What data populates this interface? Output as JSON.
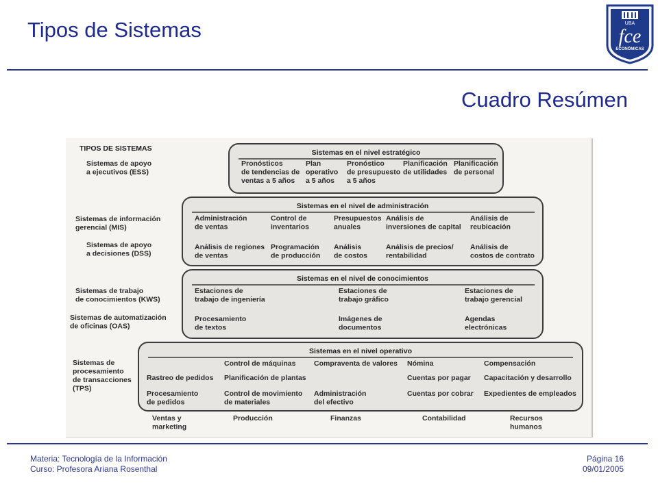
{
  "header": {
    "title": "Tipos de Sistemas",
    "subtitle": "Cuadro Resúmen"
  },
  "logo": {
    "top_text": "UBA",
    "main_text": "fce",
    "bottom_text": "ECONÓMICAS"
  },
  "figure": {
    "heading": "TIPOS DE SISTEMAS",
    "system_types": {
      "ess": [
        "Sistemas de apoyo",
        "a ejecutivos (ESS)"
      ],
      "mis": [
        "Sistemas de información",
        "gerencial (MIS)"
      ],
      "dss": [
        "Sistemas de apoyo",
        "a decisiones (DSS)"
      ],
      "kws": [
        "Sistemas de trabajo",
        "de conocimientos (KWS)"
      ],
      "oas": [
        "Sistemas de automatización",
        "de oficinas (OAS)"
      ],
      "tps": [
        "Sistemas de",
        "procesamiento",
        "de transacciones",
        "(TPS)"
      ]
    },
    "levels": {
      "strategic": {
        "title": "Sistemas en el nivel estratégico",
        "items": [
          [
            "Pronósticos",
            "de tendencias de",
            "ventas a 5 años"
          ],
          [
            "Plan",
            "operativo",
            "a 5 años"
          ],
          [
            "Pronóstico",
            "de presupuesto",
            "a 5 años"
          ],
          [
            "Planificación",
            "de utilidades"
          ],
          [
            "Planificación",
            "de personal"
          ]
        ]
      },
      "management": {
        "title": "Sistemas en el nivel de administración",
        "items": [
          [
            "Administración",
            "de ventas"
          ],
          [
            "Control de",
            "inventarios"
          ],
          [
            "Presupuestos",
            "anuales"
          ],
          [
            "Análisis de",
            "inversiones de capital"
          ],
          [
            "Análisis de",
            "reubicación"
          ],
          [
            "Análisis de regiones",
            "de ventas"
          ],
          [
            "Programación",
            "de producción"
          ],
          [
            "Análisis",
            "de costos"
          ],
          [
            "Análisis de precios/",
            "rentabilidad"
          ],
          [
            "Análisis de",
            "costos de contrato"
          ]
        ]
      },
      "knowledge": {
        "title": "Sistemas en el nivel de conocimientos",
        "items": [
          [
            "Estaciones de",
            "trabajo de ingeniería"
          ],
          [
            "Estaciones de",
            "trabajo gráfico"
          ],
          [
            "Estaciones de",
            "trabajo gerencial"
          ],
          [
            "Procesamiento",
            "de textos"
          ],
          [
            "Imágenes de",
            "documentos"
          ],
          [
            "Agendas",
            "electrónicas"
          ]
        ]
      },
      "operational": {
        "title": "Sistemas en el nivel operativo",
        "items": [
          [
            "Control de máquinas"
          ],
          [
            "Compraventa de valores"
          ],
          [
            "Nómina"
          ],
          [
            "Compensación"
          ],
          [
            "Rastreo de pedidos"
          ],
          [
            "Planificación de plantas"
          ],
          [
            "Cuentas por pagar"
          ],
          [
            "Capacitación y desarrollo"
          ],
          [
            "Procesamiento",
            "de pedidos"
          ],
          [
            "Control de movimiento",
            "de materiales"
          ],
          [
            "Administración",
            "del efectivo"
          ],
          [
            "Cuentas por cobrar"
          ],
          [
            "Expedientes de empleados"
          ]
        ]
      }
    },
    "areas": [
      [
        "Ventas y",
        "marketing"
      ],
      [
        "Producción"
      ],
      [
        "Finanzas"
      ],
      [
        "Contabilidad"
      ],
      [
        "Recursos",
        "humanos"
      ]
    ]
  },
  "footer": {
    "materia": "Materia: Tecnología de la Información",
    "curso": "Curso: Profesora Ariana Rosenthal",
    "pagina": "Página 16",
    "fecha": "09/01/2005"
  }
}
